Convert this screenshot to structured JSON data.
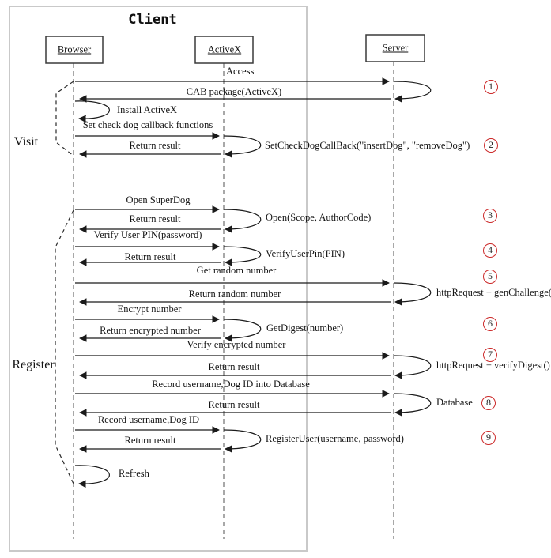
{
  "title": "Client",
  "actors": [
    {
      "id": "browser",
      "label": "Browser"
    },
    {
      "id": "activex",
      "label": "ActiveX"
    },
    {
      "id": "server",
      "label": "Server"
    }
  ],
  "sections": [
    {
      "label": "Visit"
    },
    {
      "label": "Register"
    }
  ],
  "messages": [
    {
      "label": "Access",
      "from": "Browser",
      "to": "Server",
      "type": "call"
    },
    {
      "label": "CAB package(ActiveX)",
      "from": "Server",
      "to": "Browser",
      "type": "return"
    },
    {
      "label": "Install ActiveX",
      "from": "Browser",
      "to": "Browser",
      "type": "self"
    },
    {
      "label": "Set check dog callback functions",
      "from": "Browser",
      "to": "ActiveX",
      "type": "call"
    },
    {
      "label": "Return result",
      "from": "ActiveX",
      "to": "Browser",
      "type": "return"
    },
    {
      "label": "Open SuperDog",
      "from": "Browser",
      "to": "ActiveX",
      "type": "call"
    },
    {
      "label": "Return result",
      "from": "ActiveX",
      "to": "Browser",
      "type": "return"
    },
    {
      "label": "Verify User PIN(password)",
      "from": "Browser",
      "to": "ActiveX",
      "type": "call"
    },
    {
      "label": "Return result",
      "from": "ActiveX",
      "to": "Browser",
      "type": "return"
    },
    {
      "label": "Get random number",
      "from": "Browser",
      "to": "Server",
      "type": "call"
    },
    {
      "label": "Return random number",
      "from": "Server",
      "to": "Browser",
      "type": "return"
    },
    {
      "label": "Encrypt number",
      "from": "Browser",
      "to": "ActiveX",
      "type": "call"
    },
    {
      "label": "Return encrypted number",
      "from": "ActiveX",
      "to": "Browser",
      "type": "return"
    },
    {
      "label": "Verify encrypted number",
      "from": "Browser",
      "to": "Server",
      "type": "call"
    },
    {
      "label": "Return result",
      "from": "Server",
      "to": "Browser",
      "type": "return"
    },
    {
      "label": "Record username,Dog ID into Database",
      "from": "Browser",
      "to": "Server",
      "type": "call"
    },
    {
      "label": "Return result",
      "from": "Server",
      "to": "Browser",
      "type": "return"
    },
    {
      "label": "Record username,Dog ID",
      "from": "Browser",
      "to": "ActiveX",
      "type": "call"
    },
    {
      "label": "Return result",
      "from": "ActiveX",
      "to": "Browser",
      "type": "return"
    },
    {
      "label": "Refresh",
      "from": "Browser",
      "to": "Browser",
      "type": "self"
    }
  ],
  "methods": [
    {
      "step": "2",
      "label": "SetCheckDogCallBack(\"insertDog\", \"removeDog\")"
    },
    {
      "step": "3",
      "label": "Open(Scope, AuthorCode)"
    },
    {
      "step": "4",
      "label": "VerifyUserPin(PIN)"
    },
    {
      "step": "5",
      "label": "httpRequest + genChallenge()"
    },
    {
      "step": "6",
      "label": "GetDigest(number)"
    },
    {
      "step": "7",
      "label": "httpRequest + verifyDigest()"
    },
    {
      "step": "8",
      "label": "Database"
    },
    {
      "step": "9",
      "label": "RegisterUser(username, password)"
    }
  ],
  "steps": [
    "1",
    "2",
    "3",
    "4",
    "5",
    "6",
    "7",
    "8",
    "9"
  ],
  "colors": {
    "step_circle": "#cc2a2a",
    "arrow": "#1a1a1a",
    "lifeline": "#8c8c8c",
    "frame": "#c9c9c9"
  }
}
